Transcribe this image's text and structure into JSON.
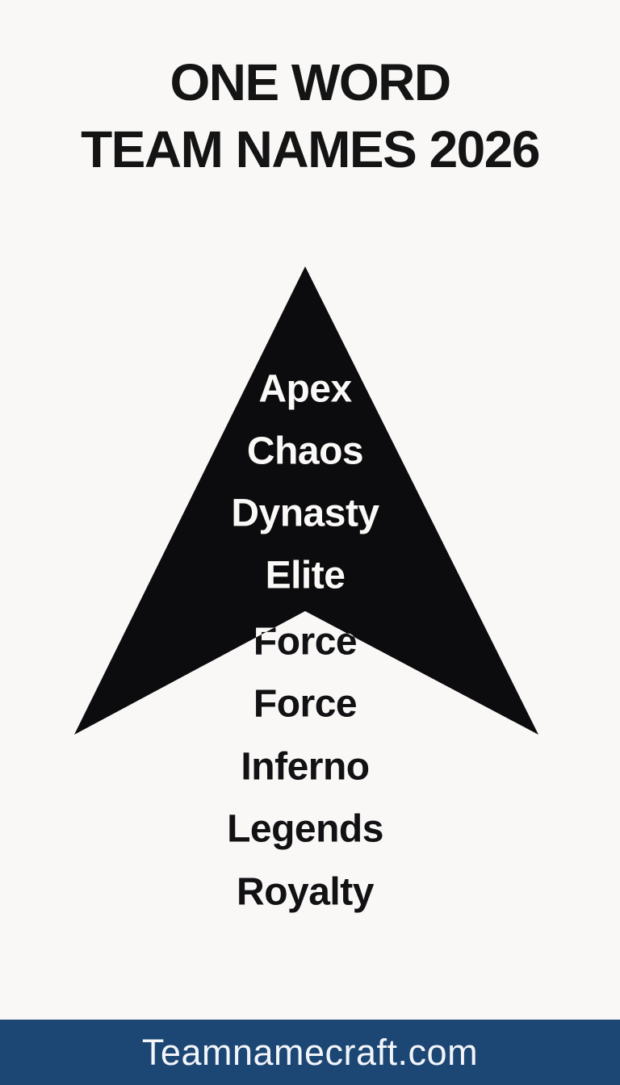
{
  "title": {
    "line1": "ONE WORD",
    "line2": "TEAM NAMES 2026"
  },
  "team_names": [
    "Apex",
    "Chaos",
    "Dynasty",
    "Elite",
    "Force",
    "Force",
    "Inferno",
    "Legends",
    "Royalty"
  ],
  "footer": {
    "website": "Teamnamecraft.com"
  },
  "colors": {
    "background": "#f9f8f7",
    "arrow": "#0c0b0d",
    "title_text": "#141414",
    "name_light": "#faf9f7",
    "name_dark": "#121113",
    "banner_background": "#1c4673",
    "banner_text": "#f2f5fa"
  }
}
